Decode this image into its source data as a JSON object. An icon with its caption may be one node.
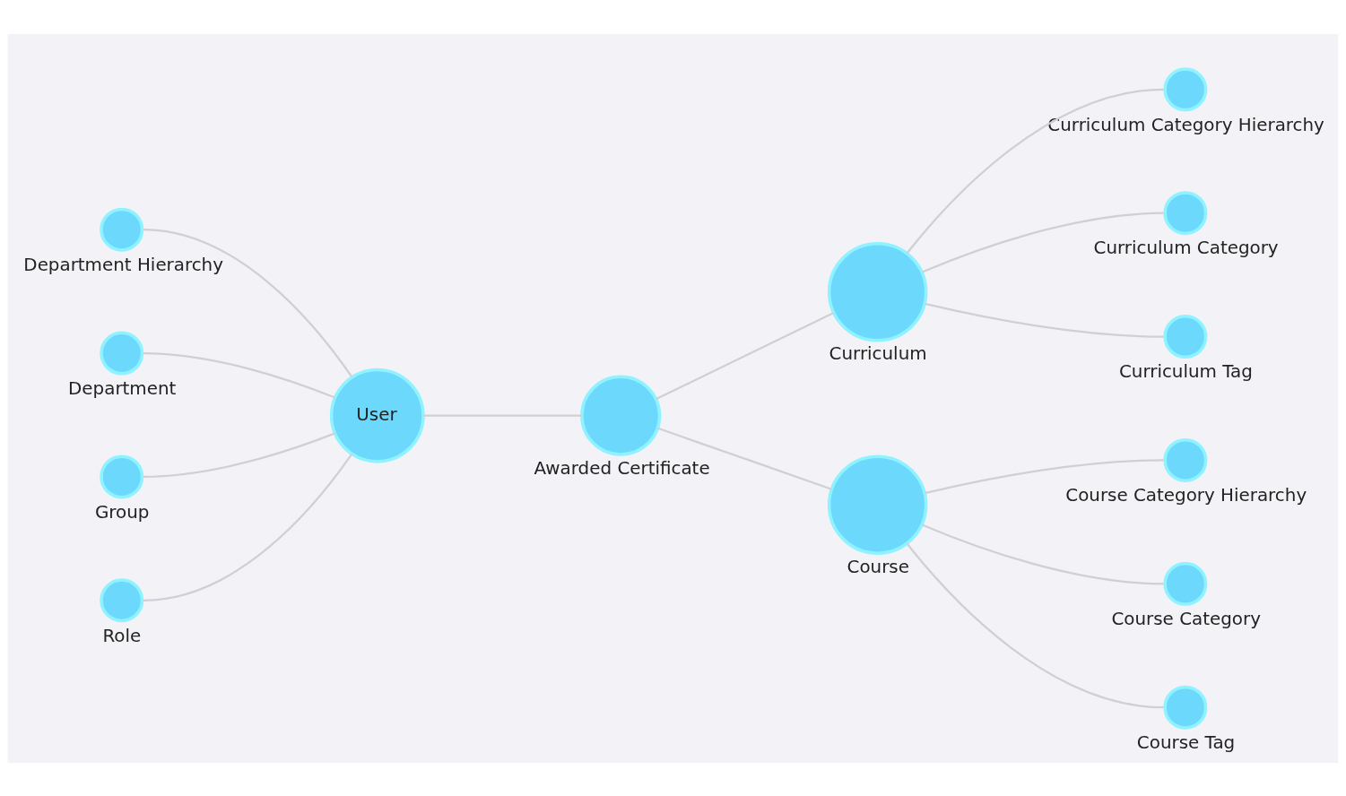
{
  "diagram": {
    "nodes": [
      {
        "text": [
          "Department Hierarchy"
        ]
      },
      {
        "text": [
          "Department"
        ]
      },
      {
        "text": [
          "Group"
        ]
      },
      {
        "text": [
          "Role"
        ]
      },
      {
        "text": [
          "User"
        ]
      },
      {
        "text": [
          "Awarded Certificate"
        ]
      },
      {
        "text": [
          "Curriculum"
        ]
      },
      {
        "text": [
          "Course"
        ]
      },
      {
        "text": [
          "Curriculum Category Hierarchy"
        ]
      },
      {
        "text": [
          "Curriculum Category"
        ]
      },
      {
        "text": [
          "Curriculum Tag"
        ]
      },
      {
        "text": [
          "Course Category Hierarchy"
        ]
      },
      {
        "text": [
          "Course Category"
        ]
      },
      {
        "text": [
          "Course Tag"
        ]
      }
    ],
    "edges": [
      {
        "from": 0,
        "to": 4,
        "arrow": "none"
      },
      {
        "from": 1,
        "to": 4,
        "arrow": "none"
      },
      {
        "from": 2,
        "to": 4,
        "arrow": "none"
      },
      {
        "from": 3,
        "to": 4,
        "arrow": "none"
      },
      {
        "from": 4,
        "to": 5,
        "arrow": "none"
      },
      {
        "from": 5,
        "to": 6,
        "arrow": "none"
      },
      {
        "from": 5,
        "to": 7,
        "arrow": "none"
      },
      {
        "from": 6,
        "to": 8,
        "arrow": "none"
      },
      {
        "from": 6,
        "to": 9,
        "arrow": "none"
      },
      {
        "from": 6,
        "to": 10,
        "arrow": "none"
      },
      {
        "from": 7,
        "to": 11,
        "arrow": "none"
      },
      {
        "from": 7,
        "to": 12,
        "arrow": "none"
      },
      {
        "from": 7,
        "to": 13,
        "arrow": "none"
      }
    ]
  }
}
